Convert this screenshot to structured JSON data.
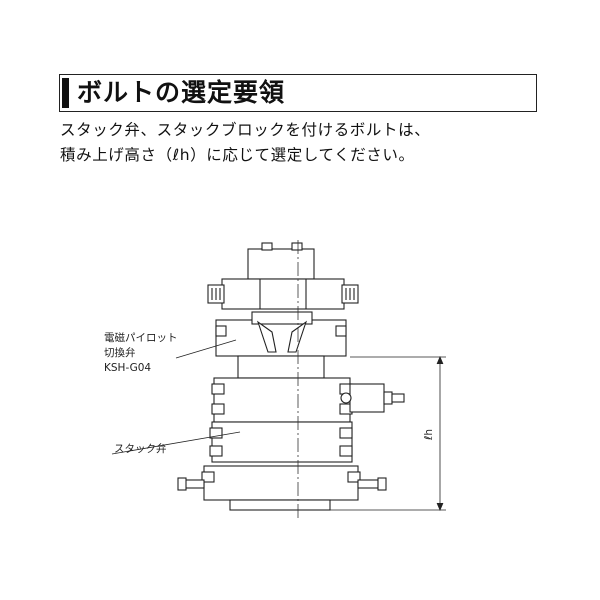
{
  "heading": {
    "title": "ボルトの選定要領"
  },
  "description": {
    "line1": "スタック弁、スタックブロックを付けるボルトは、",
    "line2": "積み上げ高さ（ℓh）に応じて選定してください。"
  },
  "diagram": {
    "label_pilot_valve_line1": "電磁パイロット",
    "label_pilot_valve_line2": "切換弁",
    "label_pilot_valve_model": "KSH-G04",
    "label_stack_valve": "スタック弁",
    "label_height": "ℓh"
  }
}
